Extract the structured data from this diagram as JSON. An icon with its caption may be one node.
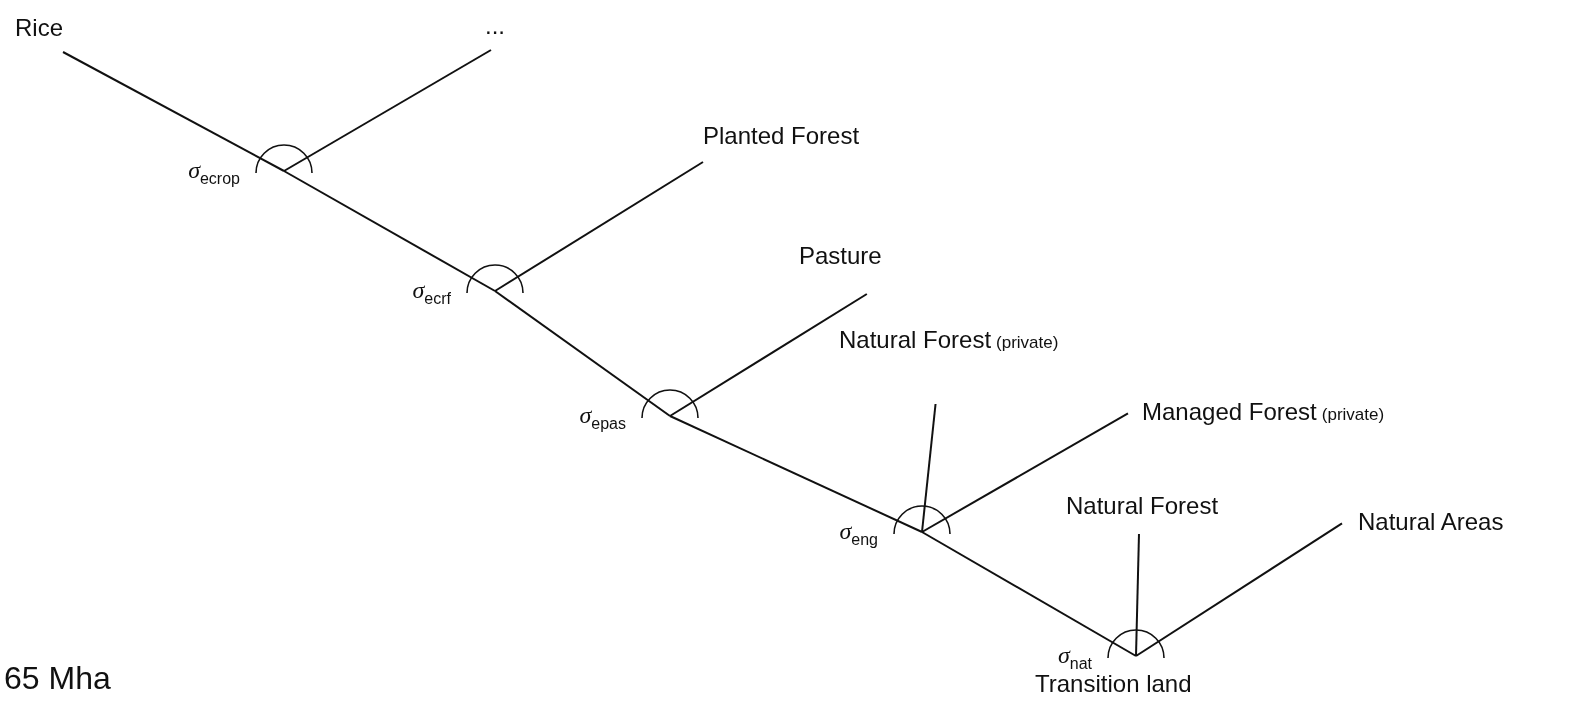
{
  "diagram": {
    "nodes": [
      {
        "text": [
          "Rice"
        ]
      },
      {
        "text": [
          "..."
        ]
      },
      {
        "text": [],
        "shape": "arc",
        "beside": [
          "*σ*$_{ecrop}$"
        ]
      },
      {
        "text": [
          "Planted Forest"
        ]
      },
      {
        "text": [],
        "shape": "arc",
        "beside": [
          "*σ*$_{ecrf}$"
        ]
      },
      {
        "text": [
          "Pasture"
        ]
      },
      {
        "text": [],
        "shape": "arc",
        "beside": [
          "*σ*$_{epas}$"
        ]
      },
      {
        "text": [
          "Natural Forest",
          "(private)"
        ]
      },
      {
        "text": [
          "Managed Forest",
          "(private)"
        ]
      },
      {
        "text": [],
        "shape": "arc",
        "beside": [
          "*σ*$_{eng}$"
        ]
      },
      {
        "text": [
          "Natural Forest"
        ]
      },
      {
        "text": [
          "Natural Areas"
        ]
      },
      {
        "text": [],
        "shape": "arc",
        "beside": [
          "*σ*$_{nat}$"
        ]
      }
    ],
    "edges": [
      {
        "from": 0,
        "to": 2,
        "arrow": "none"
      },
      {
        "from": 1,
        "to": 2,
        "arrow": "none"
      },
      {
        "from": 2,
        "to": 4,
        "arrow": "none"
      },
      {
        "from": 3,
        "to": 4,
        "arrow": "none"
      },
      {
        "from": 4,
        "to": 6,
        "arrow": "none"
      },
      {
        "from": 5,
        "to": 6,
        "arrow": "none"
      },
      {
        "from": 6,
        "to": 9,
        "arrow": "none"
      },
      {
        "from": 7,
        "to": 9,
        "arrow": "none"
      },
      {
        "from": 8,
        "to": 9,
        "arrow": "none"
      },
      {
        "from": 9,
        "to": 12,
        "arrow": "none"
      },
      {
        "from": 10,
        "to": 12,
        "arrow": "none"
      },
      {
        "from": 11,
        "to": 12,
        "arrow": "none"
      }
    ],
    "labels": [
      "Transition land",
      "65 Mha"
    ]
  }
}
